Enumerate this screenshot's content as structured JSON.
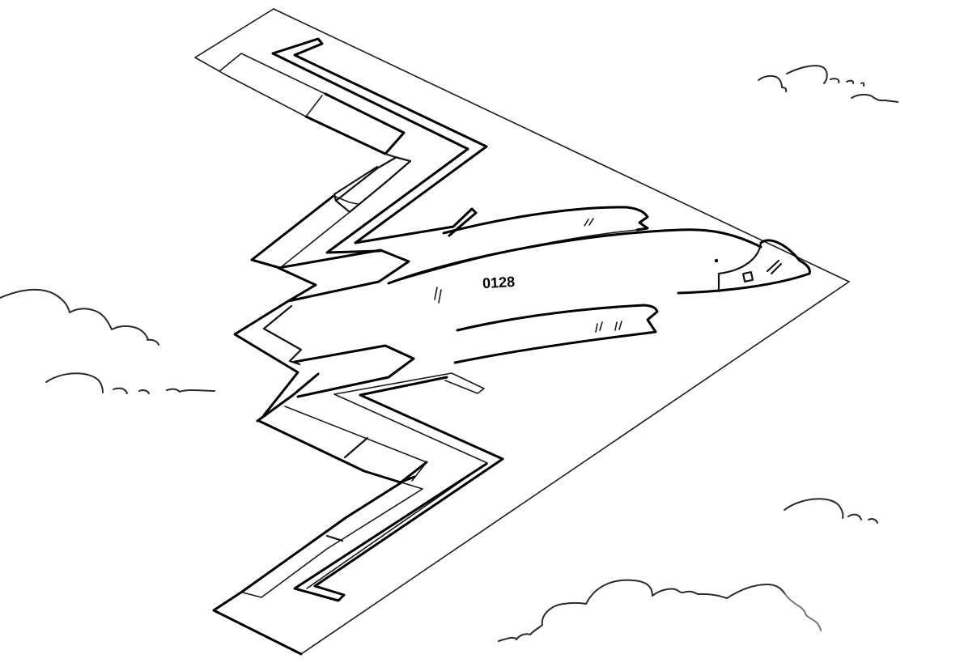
{
  "image": {
    "subject": "stealth bomber aircraft line drawing with clouds",
    "style": "black-and-white coloring page",
    "background_color": "#ffffff",
    "line_color": "#000000"
  },
  "aircraft": {
    "tail_number": "0128"
  }
}
